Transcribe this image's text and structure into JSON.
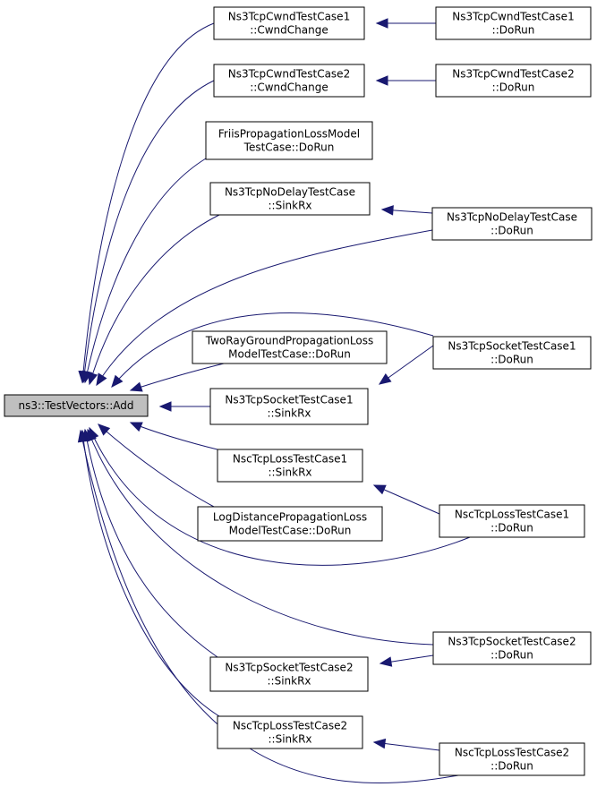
{
  "colors": {
    "edge": "#191970",
    "node_border": "#000000",
    "node_fill": "#ffffff",
    "root_fill": "#bfbfbf",
    "text": "#000000"
  },
  "root": {
    "id": "root",
    "lines": [
      "ns3::TestVectors::Add"
    ]
  },
  "nodes": [
    {
      "id": "cwnd1_cwnd",
      "lines": [
        "Ns3TcpCwndTestCase1",
        "::CwndChange"
      ]
    },
    {
      "id": "cwnd1_run",
      "lines": [
        "Ns3TcpCwndTestCase1",
        "::DoRun"
      ]
    },
    {
      "id": "cwnd2_cwnd",
      "lines": [
        "Ns3TcpCwndTestCase2",
        "::CwndChange"
      ]
    },
    {
      "id": "cwnd2_run",
      "lines": [
        "Ns3TcpCwndTestCase2",
        "::DoRun"
      ]
    },
    {
      "id": "friis_run",
      "lines": [
        "FriisPropagationLossModel",
        "TestCase::DoRun"
      ]
    },
    {
      "id": "nodelay_sink",
      "lines": [
        "Ns3TcpNoDelayTestCase",
        "::SinkRx"
      ]
    },
    {
      "id": "nodelay_run",
      "lines": [
        "Ns3TcpNoDelayTestCase",
        "::DoRun"
      ]
    },
    {
      "id": "tworay_run",
      "lines": [
        "TwoRayGroundPropagationLoss",
        "ModelTestCase::DoRun"
      ]
    },
    {
      "id": "sock1_run",
      "lines": [
        "Ns3TcpSocketTestCase1",
        "::DoRun"
      ]
    },
    {
      "id": "sock1_sink",
      "lines": [
        "Ns3TcpSocketTestCase1",
        "::SinkRx"
      ]
    },
    {
      "id": "nsc1_sink",
      "lines": [
        "NscTcpLossTestCase1",
        "::SinkRx"
      ]
    },
    {
      "id": "logdist_run",
      "lines": [
        "LogDistancePropagationLoss",
        "ModelTestCase::DoRun"
      ]
    },
    {
      "id": "nsc1_run",
      "lines": [
        "NscTcpLossTestCase1",
        "::DoRun"
      ]
    },
    {
      "id": "sock2_run",
      "lines": [
        "Ns3TcpSocketTestCase2",
        "::DoRun"
      ]
    },
    {
      "id": "sock2_sink",
      "lines": [
        "Ns3TcpSocketTestCase2",
        "::SinkRx"
      ]
    },
    {
      "id": "nsc2_sink",
      "lines": [
        "NscTcpLossTestCase2",
        "::SinkRx"
      ]
    },
    {
      "id": "nsc2_run",
      "lines": [
        "NscTcpLossTestCase2",
        "::DoRun"
      ]
    }
  ],
  "edges": [
    {
      "from": "cwnd1_cwnd",
      "to": "root"
    },
    {
      "from": "cwnd2_cwnd",
      "to": "root"
    },
    {
      "from": "friis_run",
      "to": "root"
    },
    {
      "from": "nodelay_sink",
      "to": "root"
    },
    {
      "from": "nodelay_run",
      "to": "root"
    },
    {
      "from": "sock1_run",
      "to": "root"
    },
    {
      "from": "tworay_run",
      "to": "root"
    },
    {
      "from": "sock1_sink",
      "to": "root"
    },
    {
      "from": "nsc1_sink",
      "to": "root"
    },
    {
      "from": "logdist_run",
      "to": "root"
    },
    {
      "from": "nsc1_run",
      "to": "root"
    },
    {
      "from": "sock2_run",
      "to": "root"
    },
    {
      "from": "sock2_sink",
      "to": "root"
    },
    {
      "from": "nsc2_sink",
      "to": "root"
    },
    {
      "from": "nsc2_run",
      "to": "root"
    },
    {
      "from": "cwnd1_run",
      "to": "cwnd1_cwnd"
    },
    {
      "from": "cwnd2_run",
      "to": "cwnd2_cwnd"
    },
    {
      "from": "nodelay_run",
      "to": "nodelay_sink"
    },
    {
      "from": "sock1_run",
      "to": "sock1_sink"
    },
    {
      "from": "nsc1_run",
      "to": "nsc1_sink"
    },
    {
      "from": "sock2_run",
      "to": "sock2_sink"
    },
    {
      "from": "nsc2_run",
      "to": "nsc2_sink"
    }
  ]
}
